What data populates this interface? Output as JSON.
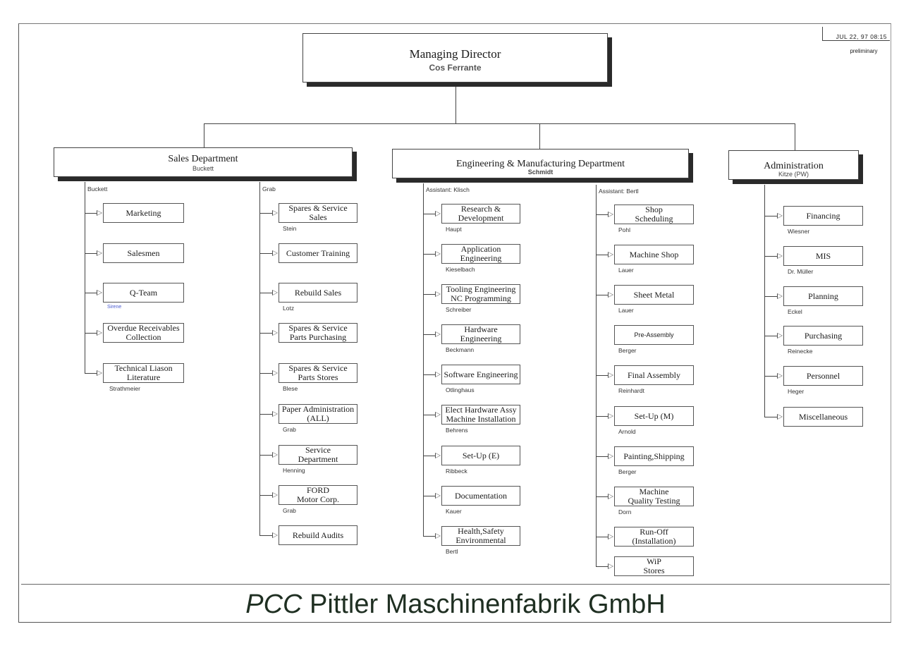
{
  "header": {
    "stamp": "JUL 22, 97  08:15",
    "status": "preliminary"
  },
  "top": {
    "title": "Managing Director",
    "person": "Cos Ferrante"
  },
  "departments": [
    {
      "title": "Sales Department",
      "person": "Buckett",
      "branches": [
        {
          "label": "Buckett",
          "units": [
            {
              "name": "Marketing",
              "head": ""
            },
            {
              "name": "Salesmen",
              "head": ""
            },
            {
              "name": "Q-Team",
              "head": "Sirene"
            },
            {
              "name": "Overdue Receivables\nCollection",
              "head": ""
            },
            {
              "name": "Technical Liason\nLiterature",
              "head": "Strathmeier"
            }
          ]
        },
        {
          "label": "Grab",
          "units": [
            {
              "name": "Spares & Service\nSales",
              "head": "Stein"
            },
            {
              "name": "Customer Training",
              "head": ""
            },
            {
              "name": "Rebuild Sales",
              "head": "Lotz"
            },
            {
              "name": "Spares & Service\nParts Purchasing",
              "head": ""
            },
            {
              "name": "Spares & Service\nParts Stores",
              "head": "Blese"
            },
            {
              "name": "Paper Administration\n(ALL)",
              "head": "Grab"
            },
            {
              "name": "Service\nDepartment",
              "head": "Henning"
            },
            {
              "name": "FORD\nMotor Corp.",
              "head": "Grab"
            },
            {
              "name": "Rebuild Audits",
              "head": ""
            }
          ]
        }
      ]
    },
    {
      "title": "Engineering & Manufacturing Department",
      "person": "Schmidt",
      "branches": [
        {
          "label": "Assistant: Klisch",
          "units": [
            {
              "name": "Research &\nDevelopment",
              "head": "Haupt"
            },
            {
              "name": "Application\nEngineering",
              "head": "Kieselbach"
            },
            {
              "name": "Tooling Engineering\nNC Programming",
              "head": "Schreiber"
            },
            {
              "name": "Hardware Engineering",
              "head": "Beckmann"
            },
            {
              "name": "Software Engineering",
              "head": "Otlinghaus"
            },
            {
              "name": "Elect Hardware Assy\nMachine Installation",
              "head": "Behrens"
            },
            {
              "name": "Set-Up (E)",
              "head": "Ribbeck"
            },
            {
              "name": "Documentation",
              "head": "Kauer"
            },
            {
              "name": "Health,Safety\nEnvironmental",
              "head": "Bertl"
            }
          ]
        },
        {
          "label": "Assistant: Bertl",
          "units": [
            {
              "name": "Shop\nScheduling",
              "head": "Pohl"
            },
            {
              "name": "Machine Shop",
              "head": "Lauer"
            },
            {
              "name": "Sheet Metal",
              "head": "Lauer"
            },
            {
              "name": "Pre-Assembly",
              "head": "Berger"
            },
            {
              "name": "Final Assembly",
              "head": "Reinhardt"
            },
            {
              "name": "Set-Up (M)",
              "head": "Arnold"
            },
            {
              "name": "Painting,Shipping",
              "head": "Berger"
            },
            {
              "name": "Machine\nQuality Testing",
              "head": "Dorn"
            },
            {
              "name": "Run-Off\n(Installation)",
              "head": ""
            },
            {
              "name": "WiP\nStores",
              "head": ""
            }
          ]
        }
      ]
    },
    {
      "title": "Administration",
      "person": "Kitze (PW)",
      "branches": [
        {
          "label": "",
          "units": [
            {
              "name": "Financing",
              "head": "Wiesner"
            },
            {
              "name": "MIS",
              "head": "Dr. Müller"
            },
            {
              "name": "Planning",
              "head": "Eckel"
            },
            {
              "name": "Purchasing",
              "head": "Reinecke"
            },
            {
              "name": "Personnel",
              "head": "Heger"
            },
            {
              "name": "Miscellaneous",
              "head": ""
            }
          ]
        }
      ]
    }
  ],
  "footer": {
    "prefix": "PCC",
    "company": " Pittler Maschinenfabrik GmbH"
  }
}
